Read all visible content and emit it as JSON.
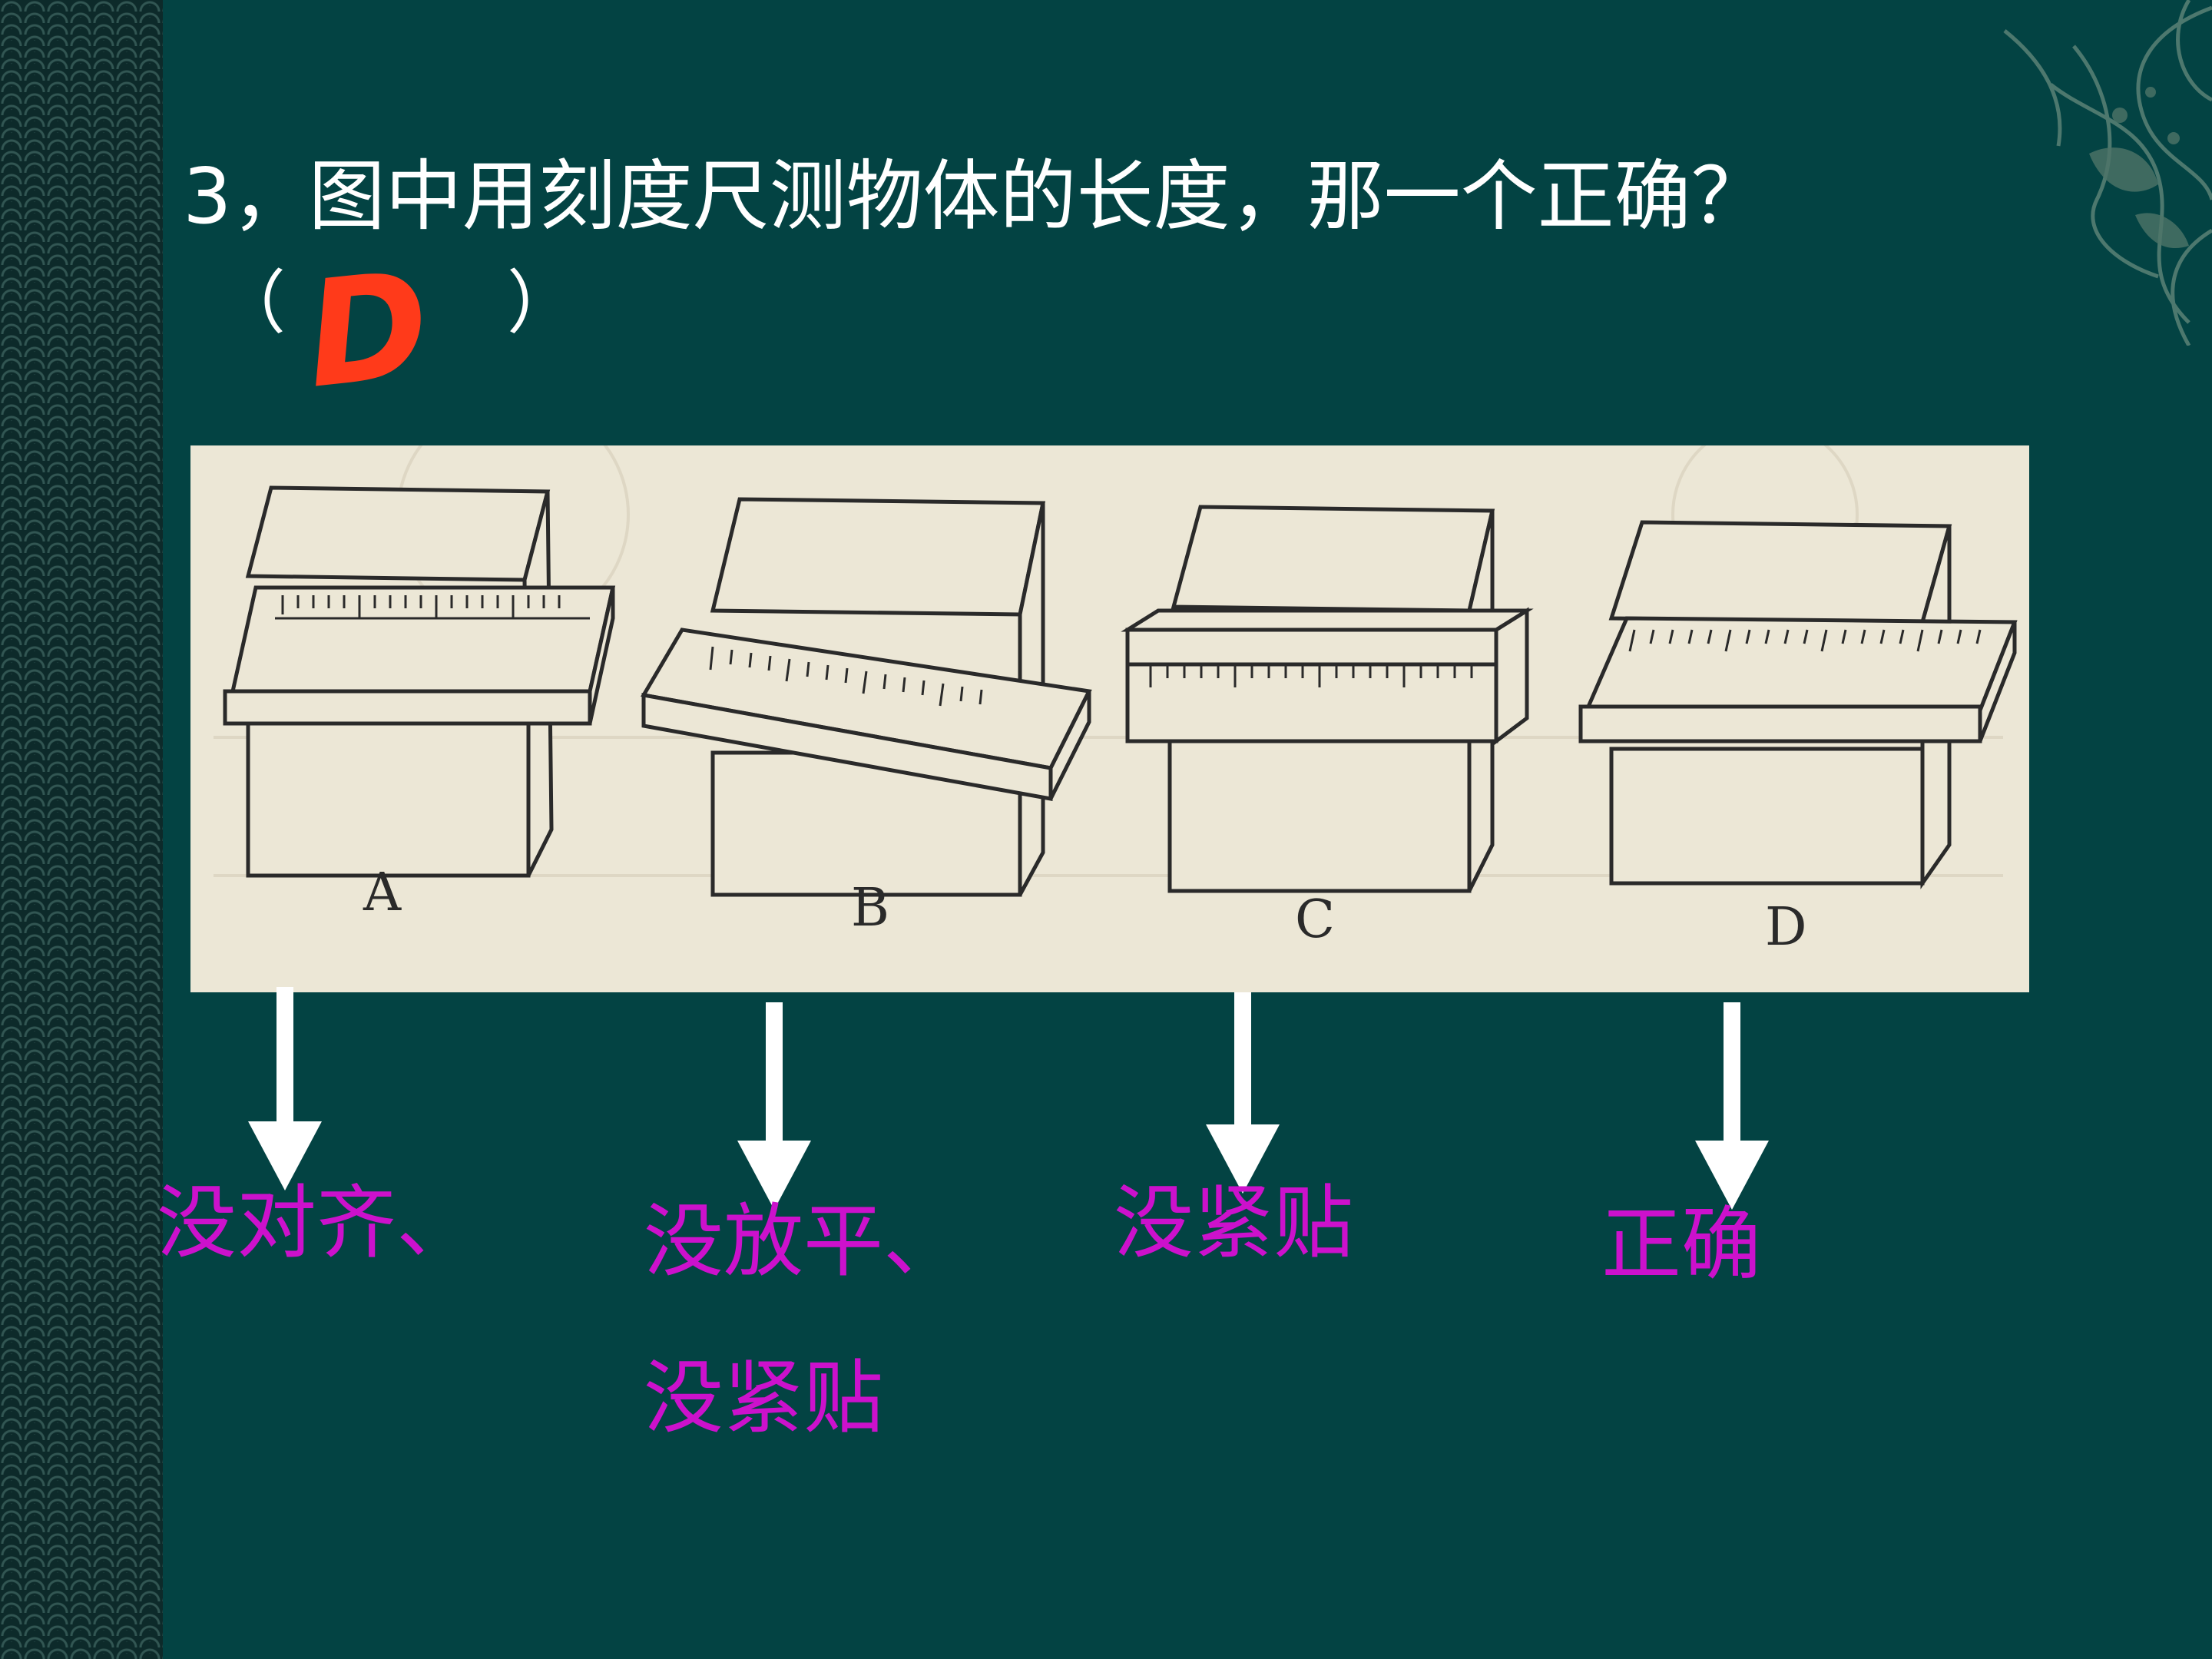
{
  "slide": {
    "title": "3，图中用刻度尺测物体的长度，那一个正确？",
    "paren_open": "（",
    "paren_close": "）",
    "answer": "D"
  },
  "figure": {
    "options": [
      {
        "letter": "A",
        "note_lines": [
          "没对齐、"
        ]
      },
      {
        "letter": "B",
        "note_lines": [
          "没放平、",
          "没紧贴"
        ]
      },
      {
        "letter": "C",
        "note_lines": [
          "没紧贴"
        ]
      },
      {
        "letter": "D",
        "note_lines": [
          "正确"
        ]
      }
    ]
  },
  "colors": {
    "background": "#034343",
    "title_text": "#ffffff",
    "answer": "#ff3a1a",
    "label": "#cc11cc",
    "figure_paper": "#ece7d6"
  },
  "icons": [
    "down-arrow-icon",
    "ornament-flourish-icon"
  ]
}
